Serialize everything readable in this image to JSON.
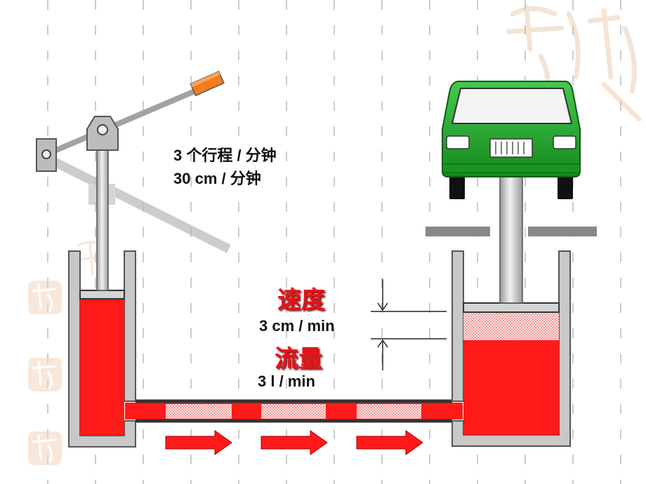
{
  "pump_rate": {
    "strokes": "3 个行程 / 分钟",
    "displacement": "30 cm / 分钟"
  },
  "speed": {
    "heading": "速度",
    "value": "3 cm / min"
  },
  "flow": {
    "heading": "流量",
    "value": "3 l / min"
  },
  "colors": {
    "fluid": "#ff1a1a",
    "cylinder": "#c8c8c8",
    "car_body": "#1fa62a",
    "lever": "#a0a0a0",
    "handle": "#f47c1c",
    "dashed_grid": "#cccccc"
  },
  "icons": {
    "car": "car-icon",
    "flow_arrow": "right-arrow-icon",
    "watermark": "seal-stamp-icon"
  },
  "flow_arrow_count": 3
}
